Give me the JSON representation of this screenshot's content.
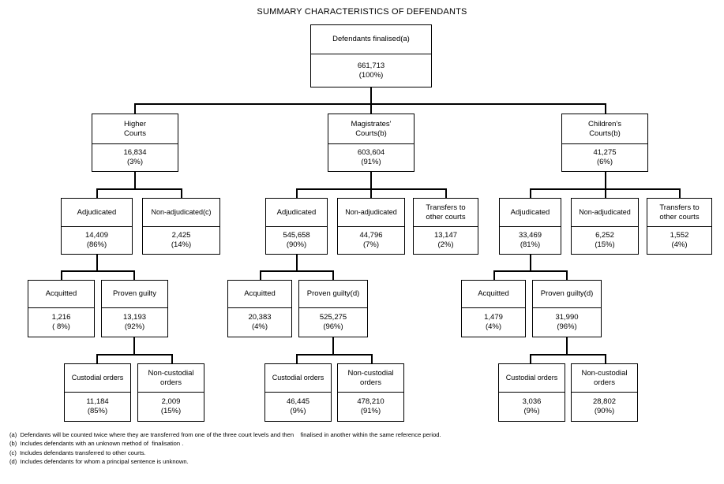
{
  "title": "SUMMARY CHARACTERISTICS OF DEFENDANTS",
  "chart_data": {
    "type": "diagram",
    "diagram_type": "flowchart-tree",
    "title": "SUMMARY CHARACTERISTICS OF DEFENDANTS",
    "nodes": {
      "root": {
        "label": "Defendants finalised(a)",
        "number": "661,713",
        "percent": "(100%)"
      },
      "higher_courts": {
        "label": "Higher\nCourts",
        "number": "16,834",
        "percent": "(3%)"
      },
      "magistrates_courts": {
        "label": "Magistrates'\nCourts(b)",
        "number": "603,604",
        "percent": "(91%)"
      },
      "childrens_courts": {
        "label": "Children's\nCourts(b)",
        "number": "41,275",
        "percent": "(6%)"
      },
      "hc_adjudicated": {
        "label": "Adjudicated",
        "number": "14,409",
        "percent": "(86%)"
      },
      "hc_nonadjudicated": {
        "label": "Non-adjudicated(c)",
        "number": "2,425",
        "percent": "(14%)"
      },
      "mc_adjudicated": {
        "label": "Adjudicated",
        "number": "545,658",
        "percent": "(90%)"
      },
      "mc_nonadjudicated": {
        "label": "Non-adjudicated",
        "number": "44,796",
        "percent": "(7%)"
      },
      "mc_transfers": {
        "label": "Transfers to\nother courts",
        "number": "13,147",
        "percent": "(2%)"
      },
      "cc_adjudicated": {
        "label": "Adjudicated",
        "number": "33,469",
        "percent": "(81%)"
      },
      "cc_nonadjudicated": {
        "label": "Non-adjudicated",
        "number": "6,252",
        "percent": "(15%)"
      },
      "cc_transfers": {
        "label": "Transfers to\nother courts",
        "number": "1,552",
        "percent": "(4%)"
      },
      "hc_acquitted": {
        "label": "Acquitted",
        "number": "1,216",
        "percent": "( 8%)"
      },
      "hc_proven": {
        "label": "Proven guilty",
        "number": "13,193",
        "percent": "(92%)"
      },
      "mc_acquitted": {
        "label": "Acquitted",
        "number": "20,383",
        "percent": "(4%)"
      },
      "mc_proven": {
        "label": "Proven guilty(d)",
        "number": "525,275",
        "percent": "(96%)"
      },
      "cc_acquitted": {
        "label": "Acquitted",
        "number": "1,479",
        "percent": "(4%)"
      },
      "cc_proven": {
        "label": "Proven guilty(d)",
        "number": "31,990",
        "percent": "(96%)"
      },
      "hc_custodial": {
        "label": "Custodial orders",
        "number": "11,184",
        "percent": "(85%)"
      },
      "hc_noncustodial": {
        "label": "Non-custodial\norders",
        "number": "2,009",
        "percent": "(15%)"
      },
      "mc_custodial": {
        "label": "Custodial orders",
        "number": "46,445",
        "percent": "(9%)"
      },
      "mc_noncustodial": {
        "label": "Non-custodial\norders",
        "number": "478,210",
        "percent": "(91%)"
      },
      "cc_custodial": {
        "label": "Custodial orders",
        "number": "3,036",
        "percent": "(9%)"
      },
      "cc_noncustodial": {
        "label": "Non-custodial\norders",
        "number": "28,802",
        "percent": "(90%)"
      }
    },
    "edges": [
      [
        "root",
        "higher_courts"
      ],
      [
        "root",
        "magistrates_courts"
      ],
      [
        "root",
        "childrens_courts"
      ],
      [
        "higher_courts",
        "hc_adjudicated"
      ],
      [
        "higher_courts",
        "hc_nonadjudicated"
      ],
      [
        "magistrates_courts",
        "mc_adjudicated"
      ],
      [
        "magistrates_courts",
        "mc_nonadjudicated"
      ],
      [
        "magistrates_courts",
        "mc_transfers"
      ],
      [
        "childrens_courts",
        "cc_adjudicated"
      ],
      [
        "childrens_courts",
        "cc_nonadjudicated"
      ],
      [
        "childrens_courts",
        "cc_transfers"
      ],
      [
        "hc_adjudicated",
        "hc_acquitted"
      ],
      [
        "hc_adjudicated",
        "hc_proven"
      ],
      [
        "mc_adjudicated",
        "mc_acquitted"
      ],
      [
        "mc_adjudicated",
        "mc_proven"
      ],
      [
        "cc_adjudicated",
        "cc_acquitted"
      ],
      [
        "cc_adjudicated",
        "cc_proven"
      ],
      [
        "hc_proven",
        "hc_custodial"
      ],
      [
        "hc_proven",
        "hc_noncustodial"
      ],
      [
        "mc_proven",
        "mc_custodial"
      ],
      [
        "mc_proven",
        "mc_noncustodial"
      ],
      [
        "cc_proven",
        "cc_custodial"
      ],
      [
        "cc_proven",
        "cc_noncustodial"
      ]
    ]
  },
  "footnotes": [
    "(a)  Defendants will be counted twice where they are transferred from one of the three court levels and then    finalised in another within the same reference period.",
    "(b)  Includes defendants with an unknown method of  finalisation .",
    "(c)  Includes defendants transferred to other courts.",
    "(d)  Includes defendants for whom a principal sentence is unknown."
  ]
}
